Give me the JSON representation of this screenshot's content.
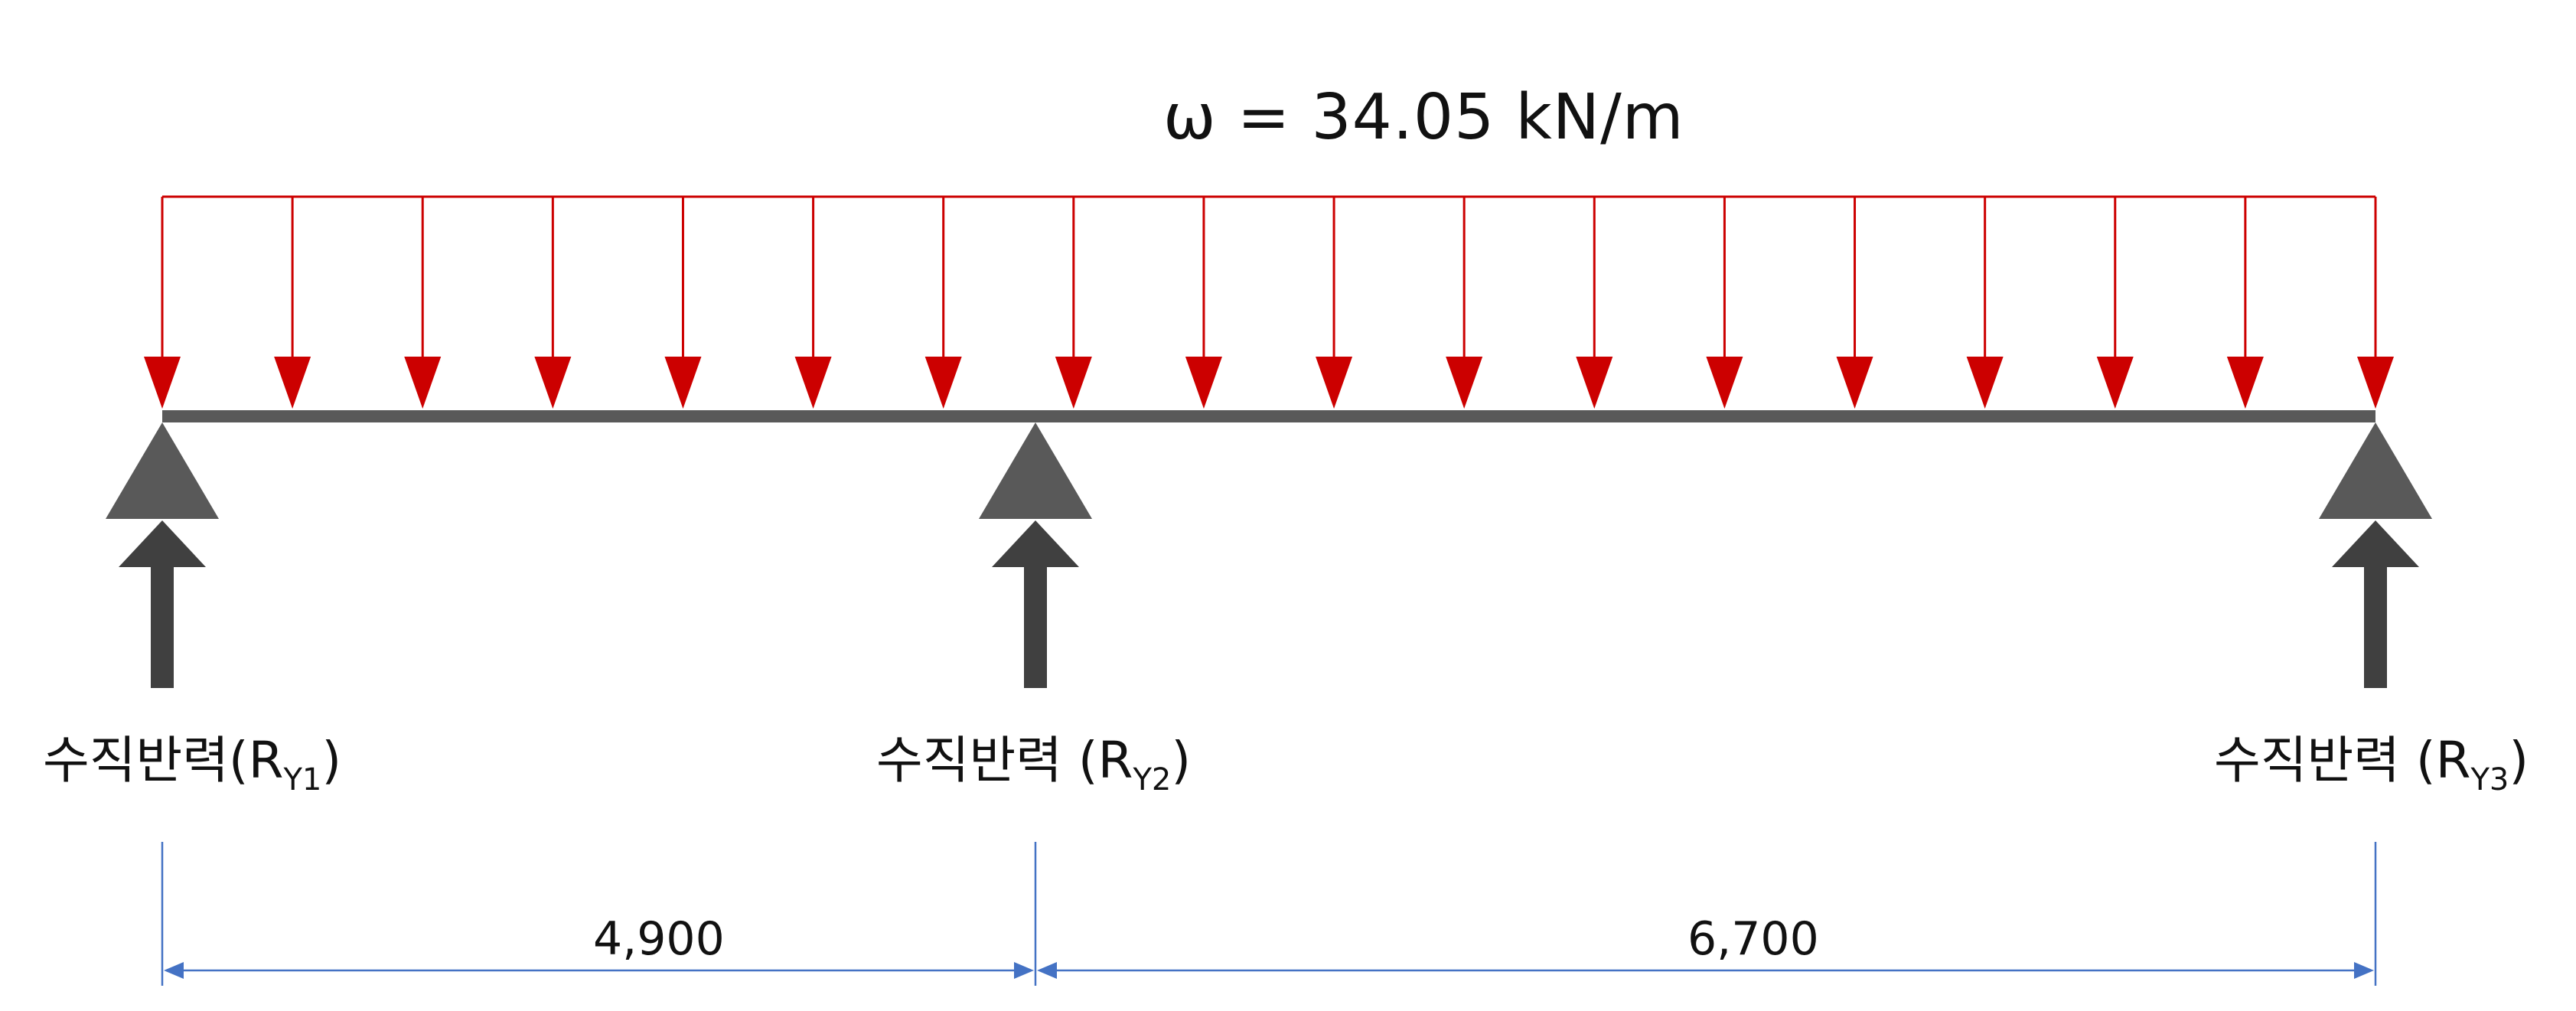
{
  "load": {
    "label": "ω = 34.05 kN/m",
    "arrow_count": 18,
    "color": "#cc0000"
  },
  "beam": {
    "color": "#595959"
  },
  "supports": [
    {
      "prefix": "수직반력(R",
      "sub": "Y1",
      "suffix": ")"
    },
    {
      "prefix": "수직반력 (R",
      "sub": "Y2",
      "suffix": ")"
    },
    {
      "prefix": "수직반력 (R",
      "sub": "Y3",
      "suffix": ")"
    }
  ],
  "support_color": "#595959",
  "reaction_arrow_color": "#404040",
  "spans": [
    {
      "label": "4,900",
      "length": 4900
    },
    {
      "label": "6,700",
      "length": 6700
    }
  ],
  "dimension_color": "#4472c4"
}
